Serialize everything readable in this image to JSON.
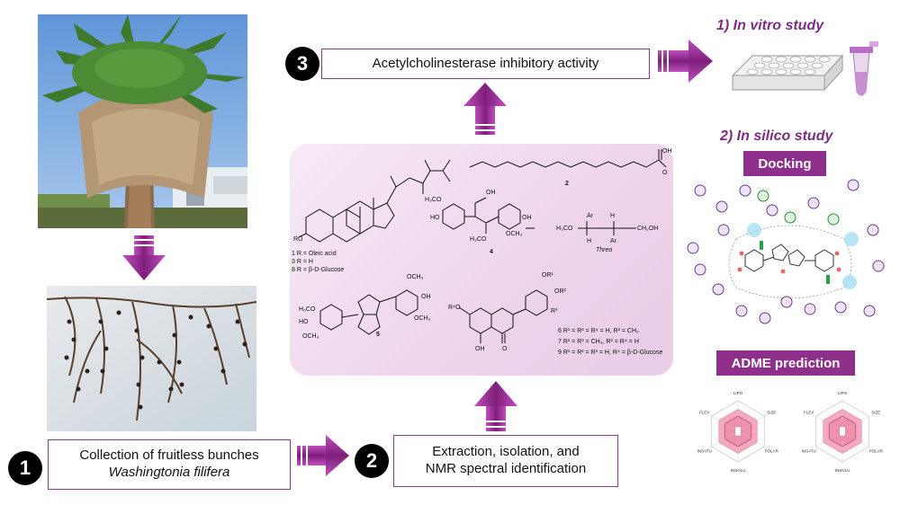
{
  "steps": {
    "step1": {
      "number": "1",
      "line1": "Collection of fruitless bunches",
      "line2": "Washingtonia filifera"
    },
    "step2": {
      "number": "2",
      "line1": "Extraction, isolation, and",
      "line2": "NMR spectral identification"
    },
    "step3": {
      "number": "3",
      "line1": "Acetylcholinesterase inhibitory activity"
    }
  },
  "studies": {
    "in_vitro": "1) In vitro study",
    "in_silico": "2) In silico study",
    "docking": "Docking",
    "adme": "ADME prediction"
  },
  "compounds": {
    "c2_label": "2",
    "c4_label": "4",
    "c5_label": "5",
    "threo": "Threo",
    "steroid_r1": "1 R = Oleic acid",
    "steroid_r3": "3 R = H",
    "steroid_r8": "8 R = β-D-Glucose",
    "flav_6": "6 R¹ = R³ = R⁴ = H, R² = CH₃",
    "flav_7": "7 R¹ = R³ = CH₃, R² = R⁴ = H",
    "flav_9": "9 R¹ = R² = R³ = H, R⁴ = β-D-Glucose"
  },
  "radar_axes": [
    "LIPO",
    "SIZE",
    "POLAR",
    "INSOLU",
    "INSATU",
    "FLEX"
  ],
  "colors": {
    "accent": "#8e2f8c",
    "arrow": "#9b2b98",
    "panel": "#efd6ec"
  }
}
